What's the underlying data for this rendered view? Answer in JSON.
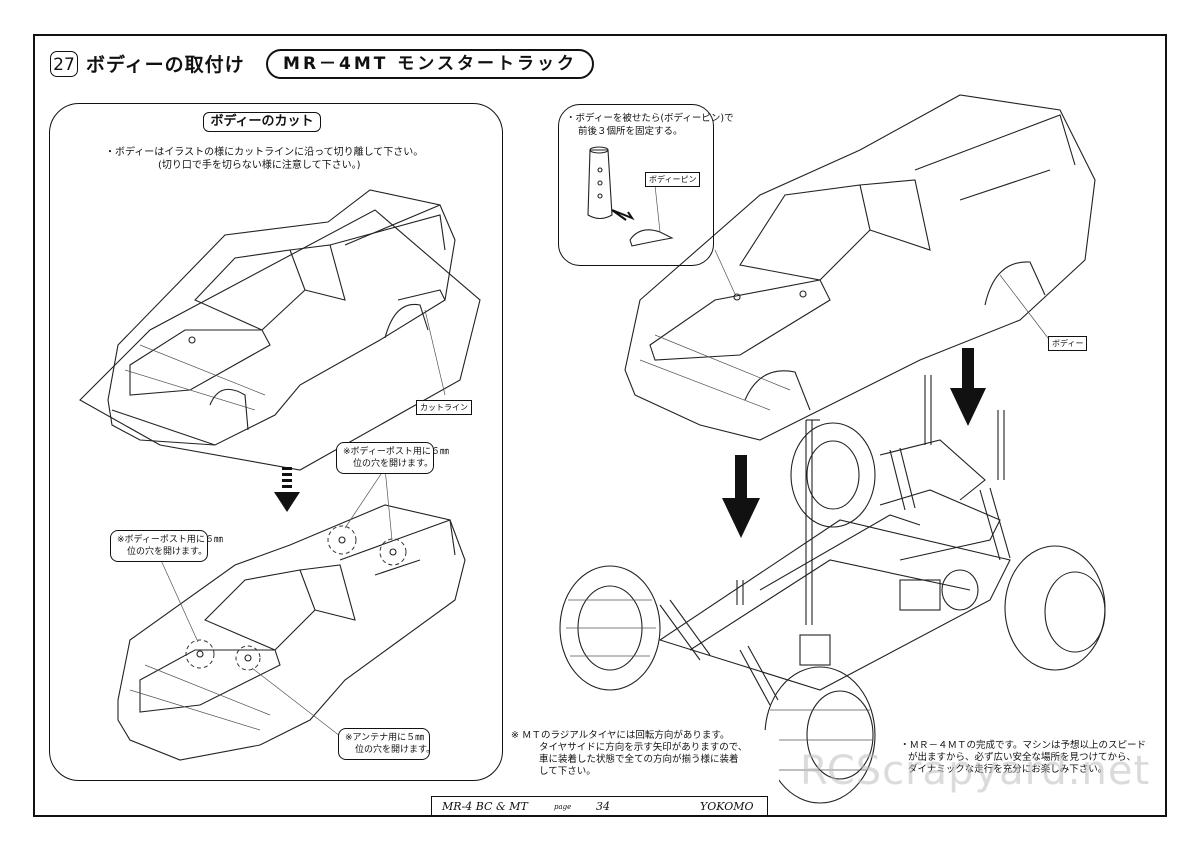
{
  "header": {
    "step_number": "27",
    "step_title": "ボディーの取付け",
    "model_name": "MR－4MT モンスタートラック"
  },
  "left_panel": {
    "section_title": "ボディーのカット",
    "instruction_line1": "・ボディーはイラストの様にカットラインに沿って切り離して下さい。",
    "instruction_line2": "(切り口で手を切らない様に注意して下さい。)",
    "cut_line_tag": "カットライン",
    "callout_post": {
      "line1": "※ボディーポスト用に６㎜",
      "line2": "位の穴を開けます。"
    },
    "callout_post_left": {
      "line1": "※ボディーポスト用に６㎜",
      "line2": "位の穴を開けます。"
    },
    "callout_antenna": {
      "line1": "※アンテナ用に５㎜",
      "line2": "位の穴を開けます。"
    }
  },
  "right_panel": {
    "pin_note_line1": "・ボディーを被せたら(ボディーピン)で",
    "pin_note_line2": "前後３個所を固定する。",
    "body_pin_tag": "ボディーピン",
    "body_tag": "ボディー",
    "mt_note": [
      "※ ＭＴのラジアルタイヤには回転方向があります。",
      "タイヤサイドに方向を示す矢印がありますので、",
      "車に装着した状態で全ての方向が揃う様に装着",
      "して下さい。"
    ],
    "final_note": [
      "・ＭＲ－４ＭＴの完成です。マシンは予想以上のスピード",
      "が出ますから、必ず広い安全な場所を見つけてから、",
      "ダイナミックな走行を充分にお楽しみ下さい。"
    ]
  },
  "footer": {
    "model": "MR-4 BC & MT",
    "page_label": "page",
    "page_number": "34",
    "brand": "YOKOMO"
  },
  "watermark": "RCScrapyard.net"
}
